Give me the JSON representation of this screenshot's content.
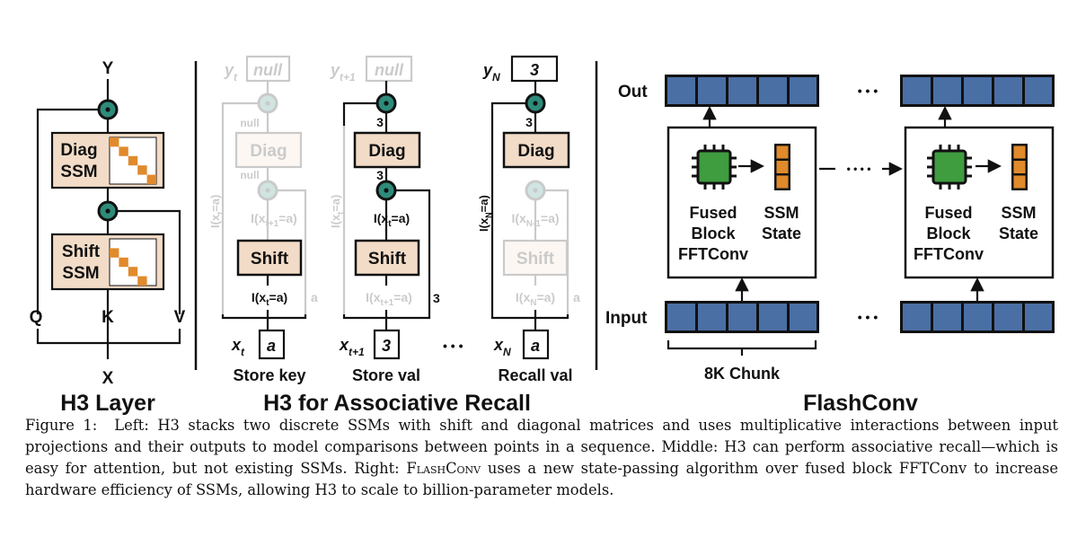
{
  "panels": {
    "h3_layer": {
      "title": "H3 Layer",
      "diag_label": [
        "Diag",
        "SSM"
      ],
      "shift_label": [
        "Shift",
        "SSM"
      ],
      "out": "Y",
      "inputs": [
        "Q",
        "K",
        "V"
      ],
      "x": "X"
    },
    "assoc": {
      "title": "H3 for Associative Recall",
      "col1": {
        "y": "y",
        "ysub": "t",
        "yval": "null",
        "null1": "null",
        "null2": "null",
        "diag": "Diag",
        "shift": "Shift",
        "lx": "I(x",
        "lxsub": "t",
        "lxend": "=a)",
        "i1": "I(x",
        "i1sub": "t+1",
        "i1end": "=a)",
        "side": "I(x",
        "sidesub": "t",
        "sideend": "=a)",
        "a": "a",
        "x": "x",
        "xsub": "t",
        "xval": "a",
        "caption": "Store key"
      },
      "col2": {
        "y": "y",
        "ysub": "t+1",
        "yval": "null",
        "three1": "3",
        "three2": "3",
        "diag": "Diag",
        "shift": "Shift",
        "lx": "I(x",
        "lxsub": "t",
        "lxend": "=a)",
        "i2": "I(x",
        "i2sub": "t+1",
        "i2end": "=a)",
        "side": "I(x",
        "sidesub": "t",
        "sideend": "=a)",
        "three3": "3",
        "x": "x",
        "xsub": "t+1",
        "xval": "3",
        "caption": "Store val"
      },
      "col3": {
        "y": "y",
        "ysub": "N",
        "yval": "3",
        "three1": "3",
        "diag": "Diag",
        "shift": "Shift",
        "lx": "I(x",
        "lxsub": "N-1",
        "lxend": "=a)",
        "i2": "I(x",
        "i2sub": "N",
        "i2end": "=a)",
        "side": "I(x",
        "sidesub": "N",
        "sideend": "=a)",
        "a": "a",
        "x": "x",
        "xsub": "N",
        "xval": "a",
        "caption": "Recall val"
      },
      "ellipsis": "• • •"
    },
    "flashconv": {
      "title": "FlashConv",
      "out": "Out",
      "input": "Input",
      "fused": [
        "Fused",
        "Block",
        "FFTConv"
      ],
      "ssm_state": [
        "SSM",
        "State"
      ],
      "chunk": "8K Chunk",
      "ellipsis": "• • •",
      "dots": "• • • •"
    }
  },
  "caption": {
    "label": "Figure 1:",
    "part1": "Left: H3 stacks two discrete SSMs with shift and diagonal matrices and uses multiplicative interactions between input projections and their outputs to model comparisons between points in a sequence. Middle: H3 can perform associative recall—which is easy for attention, but not existing SSMs. Right:",
    "flashconv": "FlashConv",
    "part2": "uses a new state-passing algorithm over fused block FFTConv to increase hardware efficiency of SSMs, allowing H3 to scale to billion-parameter models."
  },
  "colors": {
    "ssm_fill": "#f2dcc7",
    "mult_node": "#2e8b7a",
    "tile_blue": "#4a6fa5",
    "chip_green": "#3f9c3f",
    "state_orange": "#e08a2c",
    "matrix_orange": "#e08a2c"
  },
  "icons": [
    "multiply-node-icon",
    "chip-icon",
    "state-stack-icon",
    "arrow-icon"
  ]
}
